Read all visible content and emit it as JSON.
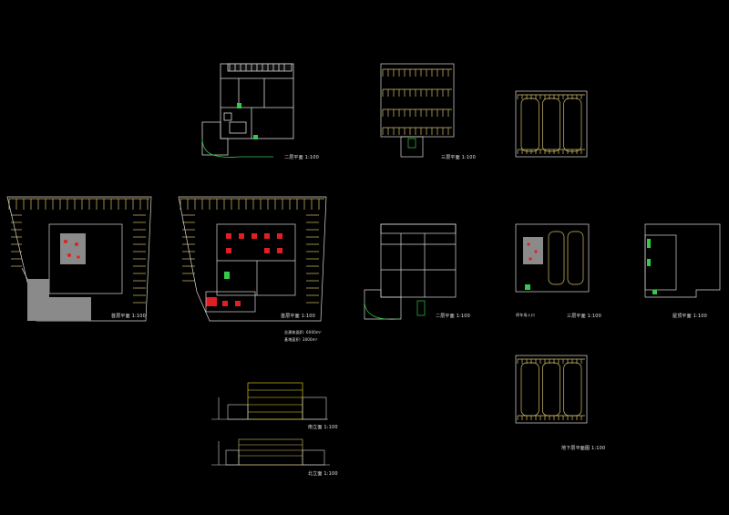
{
  "drawing": {
    "background": "#000000",
    "line_colors": {
      "wall": "#d8d8d8",
      "parking": "#d6c26a",
      "accent_green": "#35c94a",
      "fixture_red": "#e02020",
      "facade_yellow": "#f0e020",
      "hatch_grey": "#8a8a8a"
    },
    "labels": {
      "plan_top_left": "二层平面 1:100",
      "plan_top_mid": "三层平面 1:100",
      "plan_ground": "首层平面 1:100",
      "plan_first": "首层平面 1:100",
      "area_total": "总建筑面积: 6000m²",
      "area_base": "基地面积: 3000m²",
      "plan_mid": "二层平面 1:100",
      "plan_third": "三层平面 1:100",
      "plan_roof": "屋顶平面 1:100",
      "plan_basement": "地下层平面图 1:100",
      "elev_south": "南立面 1:100",
      "elev_north": "北立面 1:100",
      "hall_note": "停车场入口"
    },
    "icons": [
      "stair-icon",
      "elevator-icon",
      "parking-bay-icon",
      "toilet-fixture-icon",
      "tree-icon"
    ]
  }
}
